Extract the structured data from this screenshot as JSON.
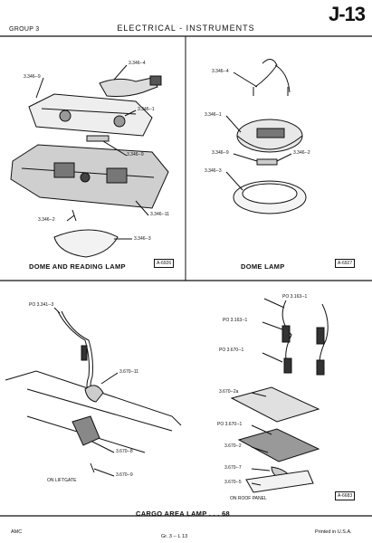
{
  "header": {
    "group": "GROUP 3",
    "title": "ELECTRICAL - INSTRUMENTS",
    "page_code": "J-13"
  },
  "panels": {
    "dome_reading": {
      "caption": "DOME AND READING LAMP",
      "ref": "A-6926",
      "labels": [
        "3.346--4",
        "3.346--9",
        "3.346--1",
        "3.346--9",
        "3.346--2",
        "3.346--11",
        "3.346--3"
      ]
    },
    "dome": {
      "caption": "DOME LAMP",
      "ref": "A-6927",
      "labels": [
        "3.346--4",
        "3.346--1",
        "3.346--9",
        "3.346--2",
        "3.346--3"
      ]
    },
    "cargo_left": {
      "labels": [
        "PO 3.341--3",
        "3.670--11",
        "3.670--8",
        "3.670--9"
      ],
      "note": "ON LIFTGATE"
    },
    "cargo_right": {
      "labels": [
        "PO 3.163--1",
        "PO 3.163--1",
        "PO 3.670--1",
        "3.670--2a",
        "PO 3.670--1",
        "3.670--2",
        "3.670--7",
        "3.670--5"
      ],
      "note": "ON ROOF PANEL",
      "ref": "A-6683"
    },
    "cargo_caption": "CARGO AREA LAMP . . . 68"
  },
  "footer": {
    "left": "AMC",
    "center": "Gr. 3 -- L 13",
    "right": "Printed in U.S.A."
  }
}
